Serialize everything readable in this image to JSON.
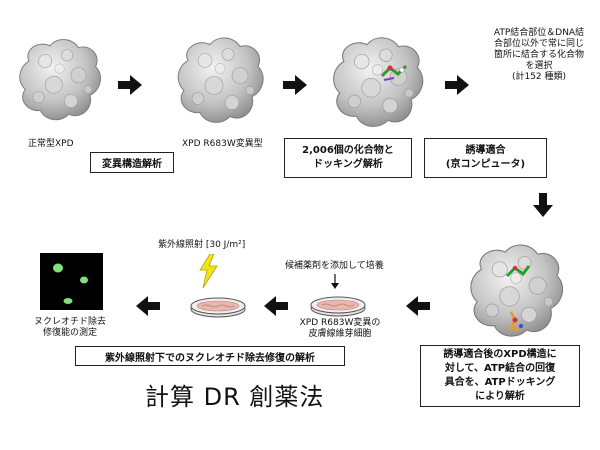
{
  "proteins": {
    "normal_caption": "正常型XPD",
    "mutant_caption": "XPD R683W変異型"
  },
  "boxes": {
    "mutation_analysis": "変異構造解析",
    "docking_line1": "2,006個の化合物と",
    "docking_line2": "ドッキング解析",
    "induced_fit_line1": "誘導適合",
    "induced_fit_line2": "(京コンピュータ)",
    "post_fit_line1": "誘導適合後のXPD構造に",
    "post_fit_line2": "対して、ATP結合の回復",
    "post_fit_line3": "具合を、ATPドッキング",
    "post_fit_line4": "により解析",
    "uv_repair": "紫外線照射下でのヌクレオチド除去修復の解析"
  },
  "selection_note": {
    "line1": "ATP結合部位＆DNA結",
    "line2": "合部位以外で常に同じ",
    "line3": "箇所に結合する化合物",
    "line4": "を選択",
    "line5": "(計152 種類)"
  },
  "cell_steps": {
    "uv_label": "紫外線照射 [30 J/m²]",
    "add_drug": "候補薬剤を添加して培養",
    "fibro_line1": "XPD R683W変異の",
    "fibro_line2": "皮膚線維芽細胞",
    "ner_line1": "ヌクレオチド除去",
    "ner_line2": "修復能の測定"
  },
  "title": "計算 DR 創薬法"
}
